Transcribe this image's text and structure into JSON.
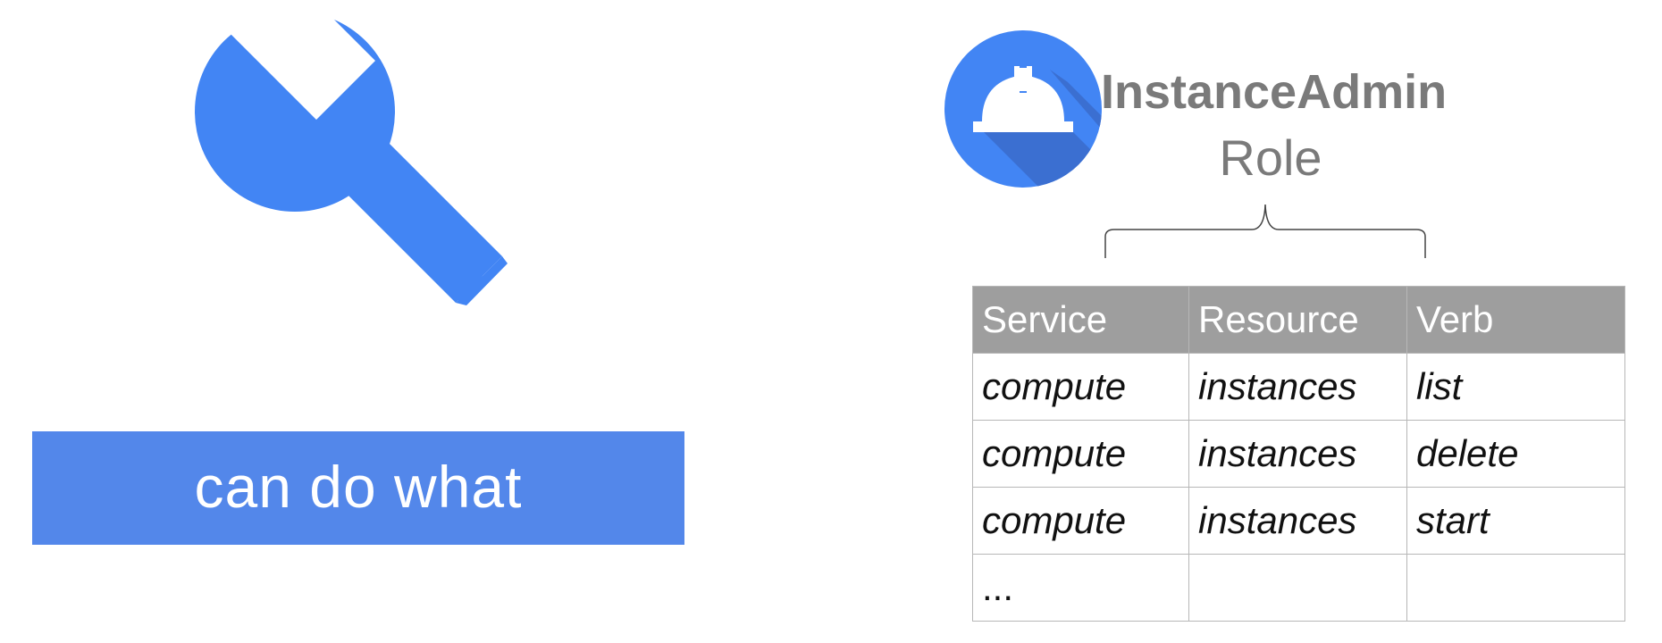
{
  "left_panel": {
    "icon": "wrench-icon",
    "label": "can do what"
  },
  "role": {
    "icon": "hard-hat-icon",
    "name": "InstanceAdmin",
    "subtitle": "Role"
  },
  "permissions_table": {
    "headers": [
      "Service",
      "Resource",
      "Verb"
    ],
    "rows": [
      [
        "compute",
        "instances",
        "list"
      ],
      [
        "compute",
        "instances",
        "delete"
      ],
      [
        "compute",
        "instances",
        "start"
      ],
      [
        "...",
        "",
        ""
      ]
    ]
  },
  "colors": {
    "wrench": "#4285f4",
    "banner": "#5387ea",
    "role_icon_bg": "#4285f4",
    "role_icon_shadow": "#3b6fd1",
    "header_bg": "#9e9e9e",
    "role_text": "#7a7a7a",
    "grid": "#b7b7b7"
  }
}
